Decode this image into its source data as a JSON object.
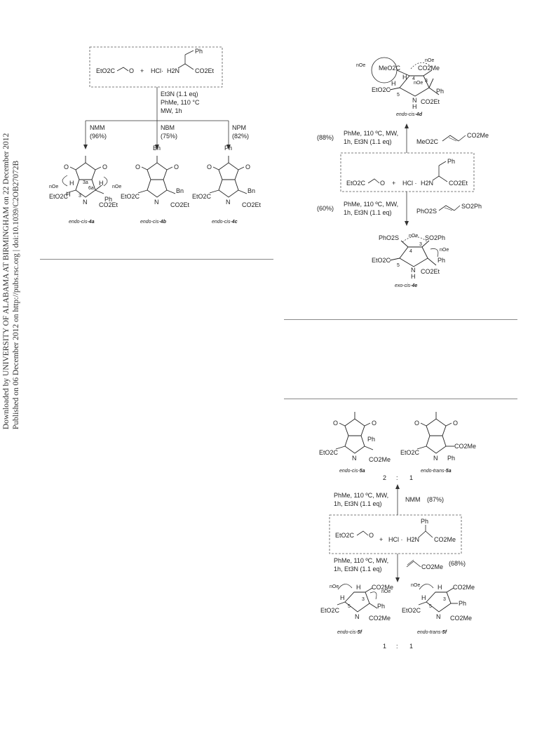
{
  "sidebar": {
    "line1": "Downloaded by UNIVERSITY OF ALABAMA AT BIRMINGHAM on 22 December 2012",
    "line2": "Published on 06 December 2012 on http://pubs.rsc.org | doi:10.1039/C2OB27072B"
  },
  "scheme1": {
    "reactant_glyoxylate": "EtO2C",
    "plus": "+",
    "hcl": "HCl·",
    "amine_nh2": "H2N",
    "ester": "CO2Et",
    "ph": "Ph",
    "conditions": [
      "Et3N (1.1 eq)",
      "PhMe, 110 °C",
      "MW, 1h"
    ],
    "branches": [
      {
        "reagent": "NMM",
        "yield": "(96%)",
        "n_sub": "",
        "product": "endo-cis-",
        "num": "4a"
      },
      {
        "reagent": "NBM",
        "yield": "(75%)",
        "n_sub": "Bn",
        "product": "endo-cis-",
        "num": "4b"
      },
      {
        "reagent": "NPM",
        "yield": "(82%)",
        "n_sub": "Ph",
        "product": "endo-cis-",
        "num": "4c"
      }
    ],
    "ring_labels": [
      "3a",
      "6a",
      "3"
    ],
    "noe": "nOe",
    "sub_bn": "Bn",
    "sub_ph": "Ph",
    "h": "H",
    "nh": "N",
    "nh_h": "H",
    "co2et": "CO2Et",
    "eto2c": "EtO2C"
  },
  "scheme2": {
    "top_product": "endo-cis-",
    "top_num": "4d",
    "top_yield": "(88%)",
    "top_cond1": "PhMe, 110 ºC, MW,",
    "top_cond2": "1h, Et3N (1.1 eq)",
    "top_dipolarophile_left": "MeO2C",
    "top_dipolarophile_right": "CO2Me",
    "box_glyox": "EtO2C",
    "box_plus": "+",
    "box_hcl": "HCl ·",
    "box_nh2": "H2N",
    "box_ester": "CO2Et",
    "box_ph": "Ph",
    "bot_yield": "(60%)",
    "bot_cond1": "PhMe, 110 ºC, MW,",
    "bot_cond2": "1h, Et3N (1.1 eq)",
    "bot_dipolarophile_left": "PhO2S",
    "bot_dipolarophile_right": "SO2Ph",
    "bot_product": "exo-cis-",
    "bot_num": "4e",
    "d_labels": {
      "meo2c": "MeO2C",
      "co2me": "CO2Me",
      "h": "H",
      "noe": "nOe",
      "n4": "4",
      "n3": "3",
      "n5": "5",
      "ph": "Ph",
      "eto2c": "EtO2C",
      "co2et": "CO2Et",
      "nh": "N",
      "nhh": "H"
    },
    "e_labels": {
      "pho2s": "PhO2S",
      "so2ph": "SO2Ph",
      "noe": "nOe",
      "n4": "4",
      "n3": "3",
      "n5": "5",
      "ph": "Ph",
      "eto2c": "EtO2C",
      "co2et": "CO2Et",
      "nh": "N",
      "nhh": "H"
    }
  },
  "scheme3": {
    "p1": "endo-cis-",
    "p1num": "5a",
    "p2": "endo-trans-",
    "p2num": "5a",
    "ratio_top": [
      "2",
      ":",
      "1"
    ],
    "up_cond1": "PhMe, 110 ºC, MW,",
    "up_cond2": "1h, Et3N (1.1 eq)",
    "up_reagent": "NMM",
    "up_yield": "(87%)",
    "box_glyox": "EtO2C",
    "box_plus": "+",
    "box_hcl": "HCl ·",
    "box_nh2": "H2N",
    "box_ester": "CO2Me",
    "box_ph": "Ph",
    "down_cond1": "PhMe, 110 ºC, MW,",
    "down_cond2": "1h, Et3N (1.1 eq)",
    "down_reagent": "CO2Me",
    "down_yield": "(68%)",
    "p3": "endo-cis-",
    "p3num": "5f",
    "p4": "endo-trans-",
    "p4num": "5f",
    "ratio_bot": [
      "1",
      ":",
      "1"
    ],
    "labels": {
      "eto2c": "EtO2C",
      "co2me": "CO2Me",
      "ph": "Ph",
      "h": "H",
      "nh": "N",
      "noe": "nOe",
      "n3": "3",
      "n5": "5"
    }
  }
}
